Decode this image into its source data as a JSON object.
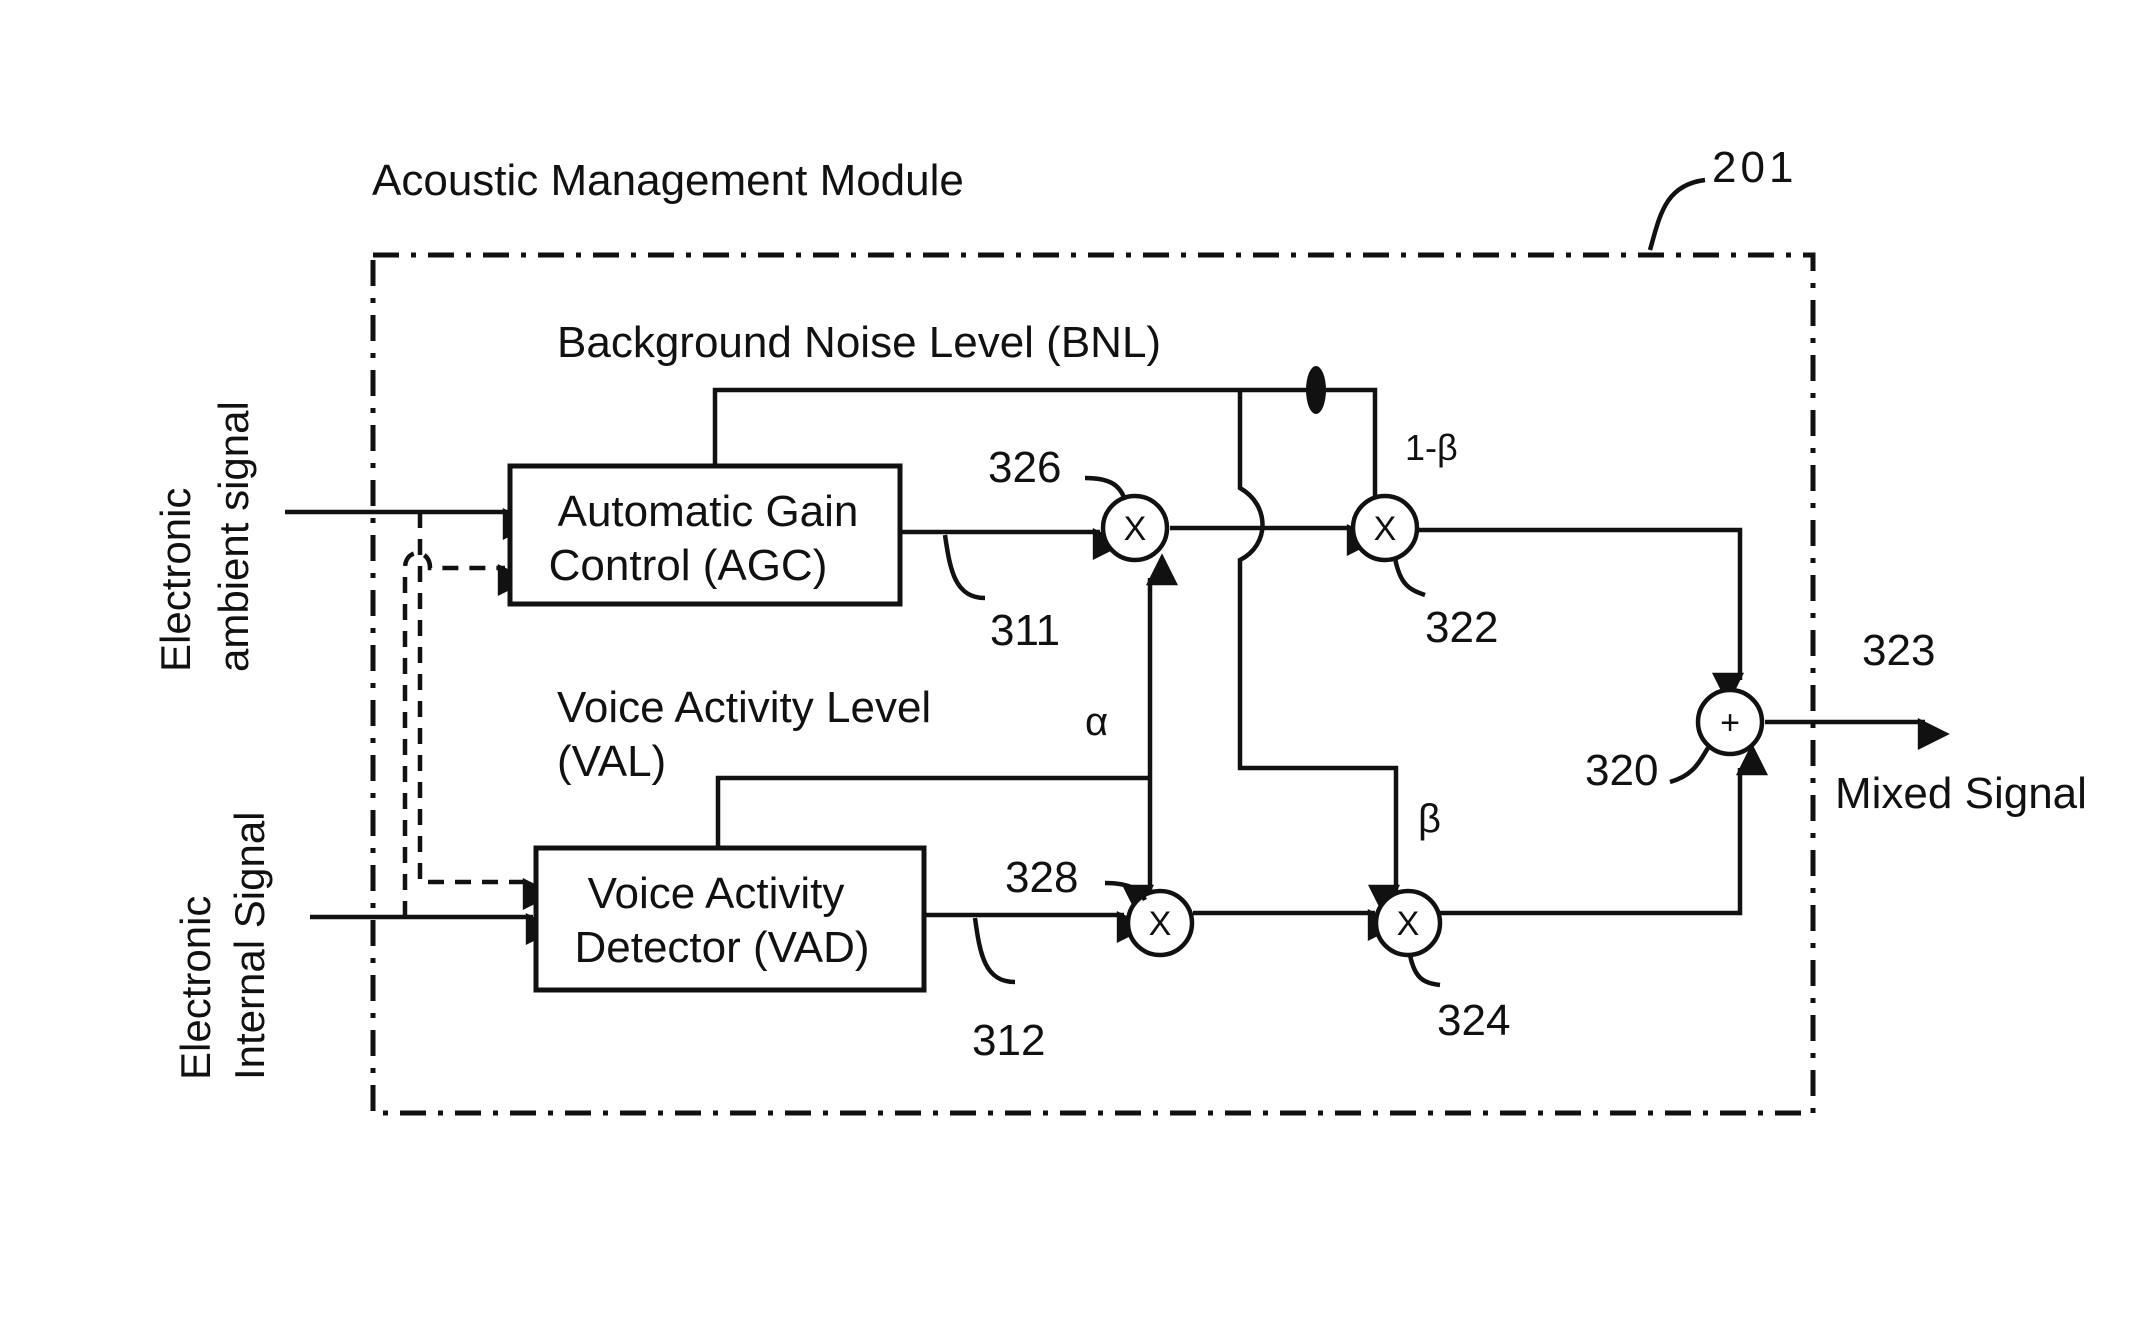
{
  "module": {
    "title": "Acoustic Management Module",
    "ref": "201"
  },
  "inputs": {
    "ambient": {
      "line1": "Electronic",
      "line2": "ambient signal"
    },
    "internal": {
      "line1": "Electronic",
      "line2": "Internal Signal"
    }
  },
  "blocks": {
    "agc": {
      "line1": "Automatic Gain",
      "line2": "Control (AGC)"
    },
    "vad": {
      "line1": "Voice Activity",
      "line2": "Detector (VAD)"
    }
  },
  "signals": {
    "bnl": "Background Noise Level (BNL)",
    "val_line1": "Voice Activity Level",
    "val_line2": "(VAL)",
    "alpha": "α",
    "beta": "β",
    "one_minus_beta": "1-β",
    "mixed": "Mixed Signal"
  },
  "refs": {
    "r311": "311",
    "r312": "312",
    "r320": "320",
    "r322": "322",
    "r323": "323",
    "r324": "324",
    "r326": "326",
    "r328": "328"
  },
  "operators": {
    "multiply": "X",
    "add": "+"
  }
}
